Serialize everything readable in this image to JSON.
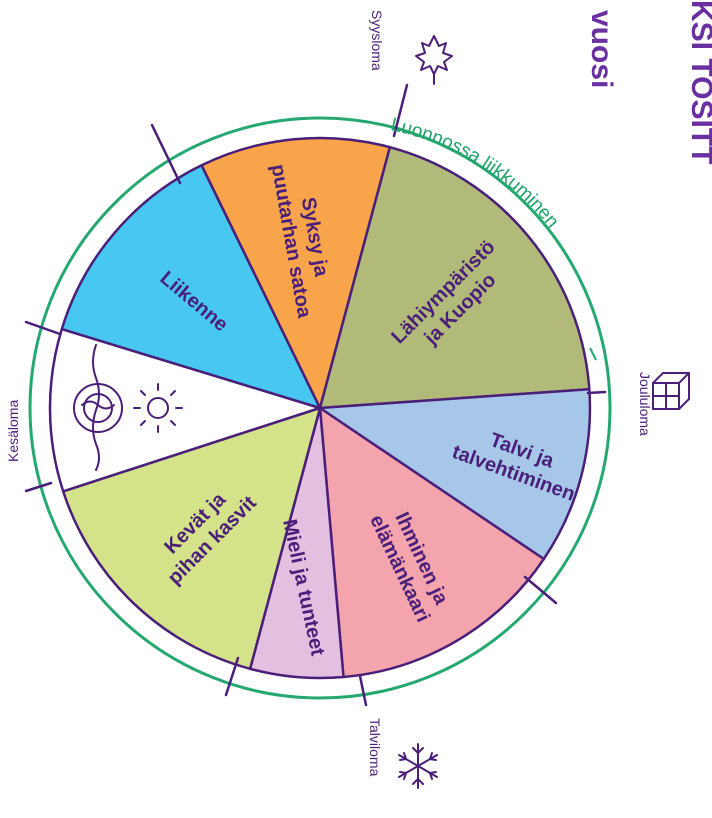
{
  "title": {
    "line1": "vuosi",
    "line2": "KSI TOSITT"
  },
  "arc_label": "Luonnossa liikkuminen",
  "colors": {
    "outline": "#4a1f7a",
    "ring": "#25a86f",
    "title": "#6a2fa0"
  },
  "segments": [
    {
      "name": "summer",
      "lines": [],
      "color": "#ffffff"
    },
    {
      "name": "liikenne",
      "lines": [
        "Liikenne"
      ],
      "color": "#48c8f0"
    },
    {
      "name": "syksy",
      "lines": [
        "Syksy ja",
        "puutarhan satoa"
      ],
      "color": "#f7a44a"
    },
    {
      "name": "lahiymparisto",
      "lines": [
        "Lähiympäristö",
        "ja Kuopio"
      ],
      "color": "#b1ba78"
    },
    {
      "name": "talvi",
      "lines": [
        "Talvi ja",
        "talvehtiminen"
      ],
      "color": "#a6c7e8"
    },
    {
      "name": "ihminen",
      "lines": [
        "Ihminen ja",
        "elämänkaari"
      ],
      "color": "#f4a4ac"
    },
    {
      "name": "mieli",
      "lines": [
        "Mieli ja tunteet"
      ],
      "color": "#e3bfe0"
    },
    {
      "name": "kevat",
      "lines": [
        "Kevät ja",
        "pihan kasvit"
      ],
      "color": "#d4e289"
    }
  ],
  "vacations": [
    {
      "name": "syysloma",
      "label": "Syysloma",
      "icon": "maple-leaf-icon"
    },
    {
      "name": "joululoma",
      "label": "Joululoma",
      "icon": "gift-box-icon"
    },
    {
      "name": "talviloma",
      "label": "Talviloma",
      "icon": "snowflake-icon"
    },
    {
      "name": "kesaloma",
      "label": "Kesäloma",
      "icon": "sun-icon"
    }
  ]
}
